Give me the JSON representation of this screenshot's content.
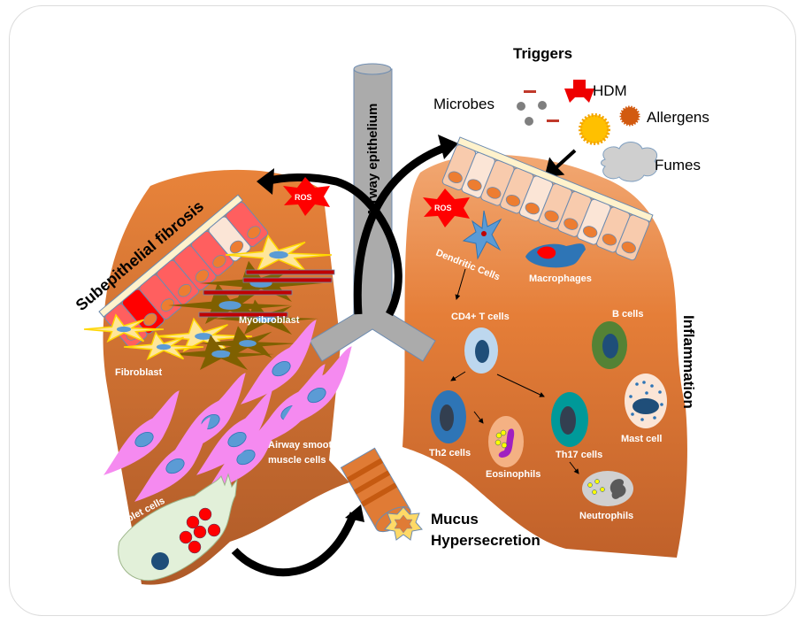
{
  "figure": {
    "title": "Triggers",
    "triggers": [
      {
        "label": "Microbes",
        "icon": "microbes-icon"
      },
      {
        "label": "HDM",
        "icon": "house-dust-mite-icon"
      },
      {
        "label": "Allergens",
        "icon": "pollen-icon"
      },
      {
        "label": "Fumes",
        "icon": "cloud-icon"
      }
    ],
    "airway_label": "Airway  epithelium",
    "left_lung": {
      "section_title": "Subepithelial fibrosis",
      "ros_label": "ROS",
      "myofibroblast_label": "Myoibroblast",
      "fibroblast_label": "Fibroblast",
      "smooth_muscle_label_line1": "Airway smooth",
      "smooth_muscle_label_line2": "muscle cells",
      "goblet_label": "Goblet cells"
    },
    "right_lung": {
      "section_title": "Inflammation",
      "ros_label": "ROS",
      "dendritic_label": "Dendritic Cells",
      "macrophage_label": "Macrophages",
      "cd4_label": "CD4+ T cells",
      "bcell_label": "B cells",
      "th2_label": "Th2 cells",
      "eosinophil_label": "Eosinophils",
      "th17_label": "Th17 cells",
      "mast_label": "Mast cell",
      "neutrophil_label": "Neutrophils"
    },
    "mucus_line1": "Mucus",
    "mucus_line2": "Hypersecretion",
    "colors": {
      "lung_orange": "#E07B35",
      "lung_dark": "#B8602A",
      "ros_red": "#FF0000",
      "smooth_muscle_pink": "#F58AF0",
      "nucleus_blue": "#5B9BD5",
      "airway_gray": "#ABABAB"
    }
  }
}
